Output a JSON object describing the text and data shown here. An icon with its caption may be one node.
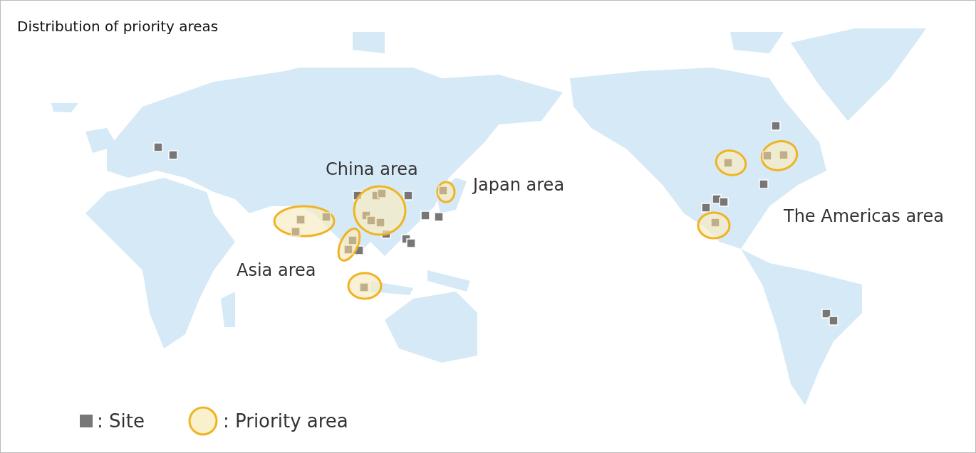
{
  "diagram": {
    "title": "Distribution of priority areas",
    "labels": [
      "China area",
      "Japan area",
      "Asia area",
      "The Americas area"
    ],
    "legend": [
      {
        "text": ": Site"
      },
      {
        "text": ": Priority area"
      }
    ]
  }
}
